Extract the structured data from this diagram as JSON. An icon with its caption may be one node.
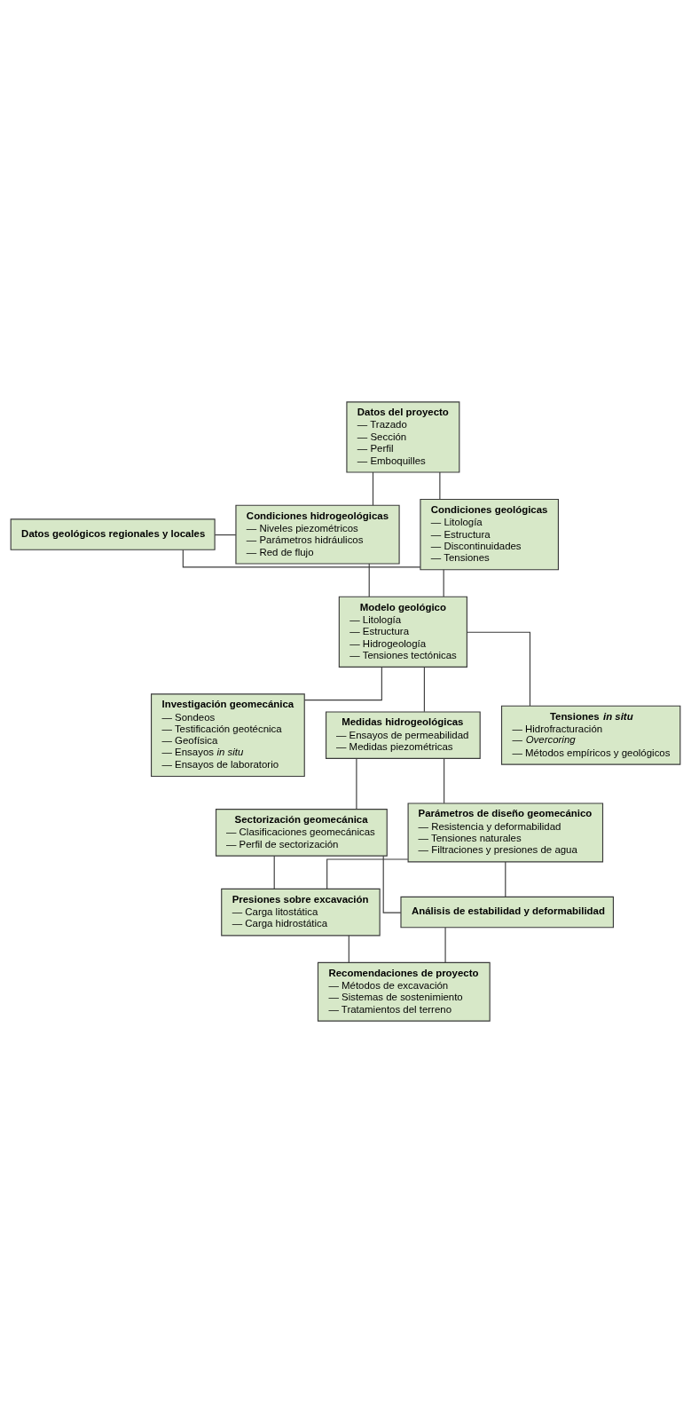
{
  "diagram": {
    "nodes": [
      {
        "text": [
          "Datos del proyecto",
          "— Trazado",
          "— Sección",
          "— Perfil",
          "— Emboquilles"
        ]
      },
      {
        "text": [
          "Datos geológicos regionales y locales"
        ]
      },
      {
        "text": [
          "Condiciones geológicas",
          "— Litología",
          "— Estructura",
          "— Discontinuidades",
          "— Tensiones"
        ]
      },
      {
        "text": [
          "Condiciones hidrogeológicas",
          "— Niveles piezométricos",
          "— Parámetros hidráulicos",
          "— Red de flujo"
        ]
      },
      {
        "text": [
          "Modelo geológico",
          "— Litología",
          "— Estructura",
          "— Hidrogeología",
          "— Tensiones tectónicas"
        ]
      },
      {
        "text": [
          "Investigación geomecánica",
          "— Sondeos",
          "— Testificación geotécnica",
          "— Geofísica",
          "— Ensayos *in situ*",
          "— Ensayos de laboratorio"
        ]
      },
      {
        "text": [
          "Medidas hidrogeológicas",
          "— Ensayos de permeabilidad",
          "— Medidas piezométricas"
        ]
      },
      {
        "text": [
          "Tensiones *in situ*",
          "— Hidrofracturación",
          "— *Overcoring*",
          "— Métodos empíricos y geológicos"
        ]
      },
      {
        "text": [
          "Sectorización geomecánica",
          "— Clasificaciones geomecánicas",
          "— Perfil de sectorización"
        ]
      },
      {
        "text": [
          "Parámetros de diseño geomecánico",
          "— Resistencia y deformabilidad",
          "— Tensiones naturales",
          "— Filtraciones y presiones de agua"
        ]
      },
      {
        "text": [
          "Presiones sobre excavación",
          "— Carga litostática",
          "— Carga hidrostática"
        ]
      },
      {
        "text": [
          "Análisis de estabilidad y deformabilidad"
        ]
      },
      {
        "text": [
          "Recomendaciones de proyecto",
          "— Métodos de excavación",
          "— Sistemas de sostenimiento",
          "— Tratamientos del terreno"
        ]
      }
    ],
    "edges": [
      {
        "from": 0,
        "to": 2,
        "arrow": "none"
      },
      {
        "from": 0,
        "to": 3,
        "arrow": "none"
      },
      {
        "from": 1,
        "to": 2,
        "arrow": "none"
      },
      {
        "from": 1,
        "to": 3,
        "arrow": "none"
      },
      {
        "from": 2,
        "to": 4,
        "arrow": "none"
      },
      {
        "from": 3,
        "to": 4,
        "arrow": "none"
      },
      {
        "from": 4,
        "to": 5,
        "arrow": "none"
      },
      {
        "from": 4,
        "to": 6,
        "arrow": "none"
      },
      {
        "from": 4,
        "to": 7,
        "arrow": "none"
      },
      {
        "from": 6,
        "to": 8,
        "arrow": "none"
      },
      {
        "from": 6,
        "to": 9,
        "arrow": "none"
      },
      {
        "from": 8,
        "to": 10,
        "arrow": "none"
      },
      {
        "from": 8,
        "to": 11,
        "arrow": "none"
      },
      {
        "from": 9,
        "to": 10,
        "arrow": "none"
      },
      {
        "from": 9,
        "to": 11,
        "arrow": "none"
      },
      {
        "from": 10,
        "to": 12,
        "arrow": "none"
      },
      {
        "from": 11,
        "to": 12,
        "arrow": "none"
      }
    ]
  }
}
